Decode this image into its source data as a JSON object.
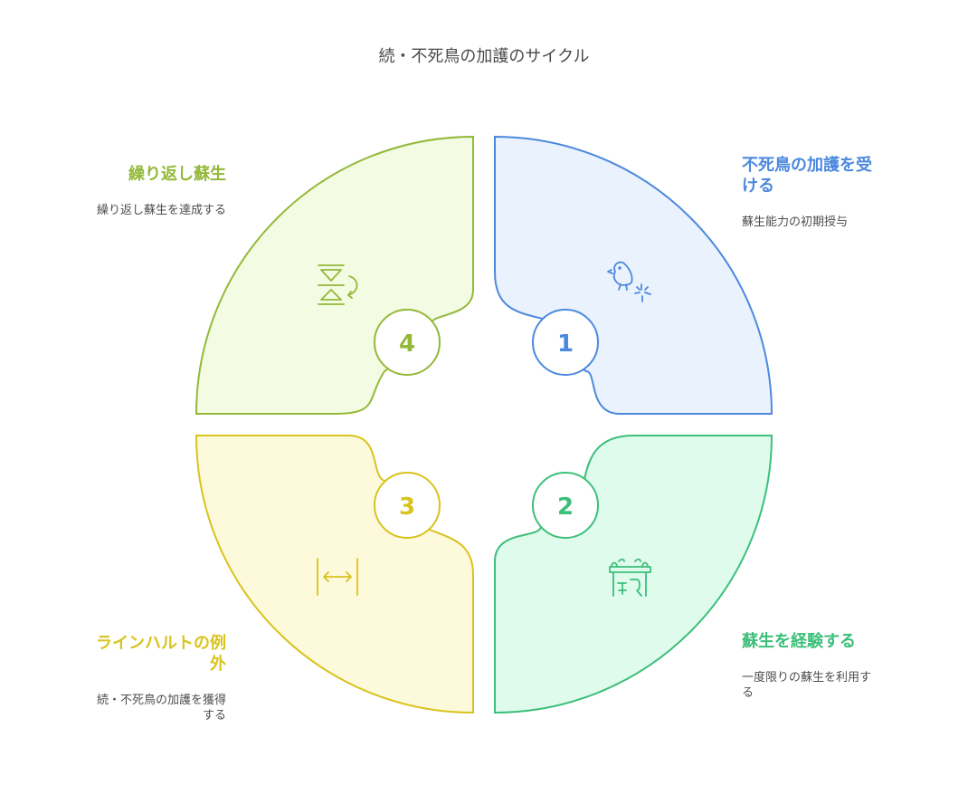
{
  "title": "続・不死鳥の加護のサイクル",
  "steps": [
    {
      "number": "1",
      "heading": "不死鳥の加護を受ける",
      "description": "蘇生能力の初期授与",
      "icon": "bird-icon",
      "color": "#4c89de",
      "fill": "#eaf2fd"
    },
    {
      "number": "2",
      "heading": "蘇生を経験する",
      "description": "一度限りの蘇生を利用する",
      "icon": "grave-icon",
      "color": "#3dbf7a",
      "fill": "#dffbec"
    },
    {
      "number": "3",
      "heading": "ラインハルトの例外",
      "description": "続・不死鳥の加護を獲得する",
      "icon": "width-arrows-icon",
      "color": "#d9c31e",
      "fill": "#fdf9db"
    },
    {
      "number": "4",
      "heading": "繰り返し蘇生",
      "description": "繰り返し蘇生を達成する",
      "icon": "hourglass-cycle-icon",
      "color": "#93b93a",
      "fill": "#f3fbe2"
    }
  ]
}
